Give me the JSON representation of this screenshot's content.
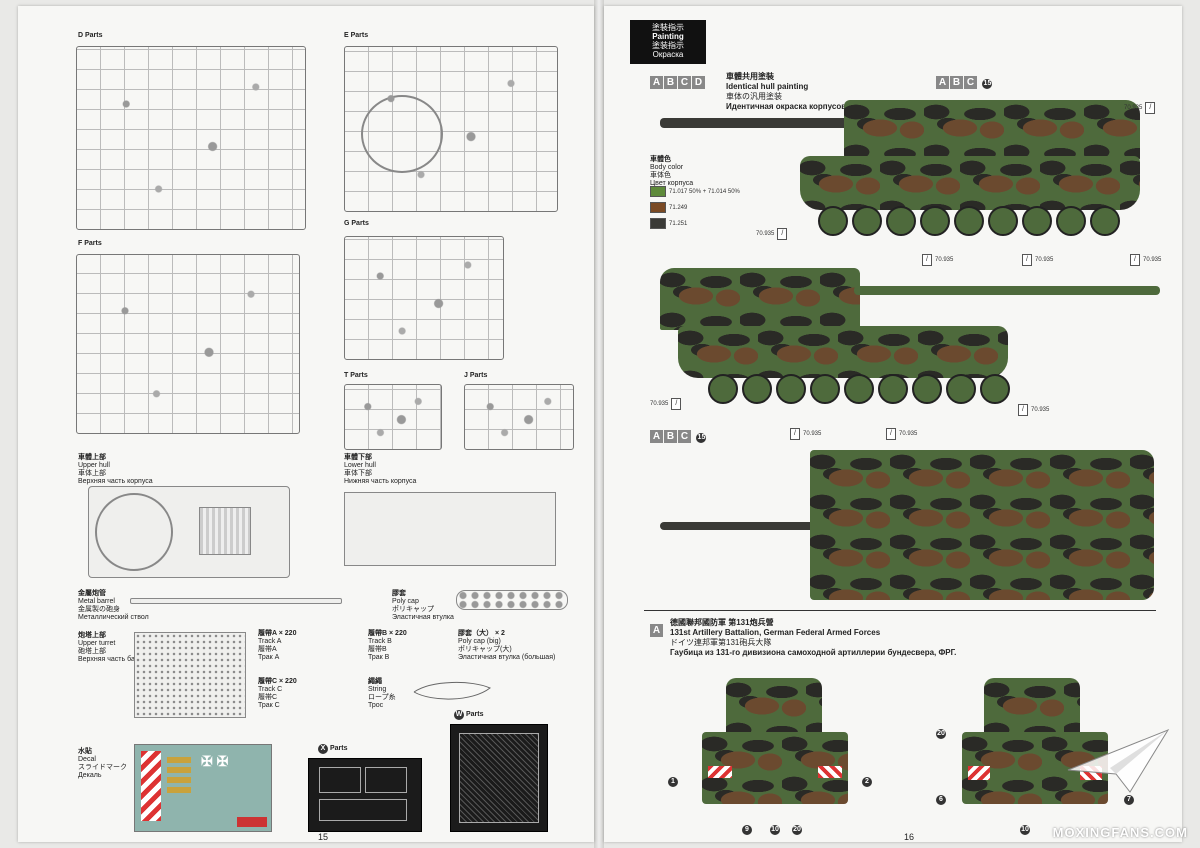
{
  "left_page": {
    "sprues": [
      {
        "name": "D",
        "label": "D  Parts"
      },
      {
        "name": "E",
        "label": "E  Parts"
      },
      {
        "name": "F",
        "label": "F  Parts"
      },
      {
        "name": "G",
        "label": "G  Parts"
      },
      {
        "name": "T",
        "label": "T  Parts"
      },
      {
        "name": "J",
        "label": "J  Parts"
      }
    ],
    "upper_hull": {
      "zh": "車體上部",
      "en": "Upper hull",
      "jp": "車体上部",
      "ru": "Верхняя часть корпуса"
    },
    "lower_hull": {
      "zh": "車體下部",
      "en": "Lower hull",
      "jp": "車体下部",
      "ru": "Нижняя часть корпуса"
    },
    "metal_barrel": {
      "zh": "金屬炮管",
      "en": "Metal barrel",
      "jp": "金属製の砲身",
      "ru": "Металлический ствол"
    },
    "poly_cap": {
      "zh": "膠套",
      "en": "Poly cap",
      "jp": "ポリキャップ",
      "ru": "Эластичная втулка"
    },
    "upper_turret": {
      "zh": "炮塔上部",
      "en": "Upper turret",
      "jp": "砲塔上部",
      "ru": "Верхняя часть башни"
    },
    "track_a": {
      "zh": "履帶A",
      "count": "× 220",
      "en": "Track A",
      "jp": "履帯A",
      "ru": "Трак A"
    },
    "track_b": {
      "zh": "履帶B",
      "count": "× 220",
      "en": "Track B",
      "jp": "履帯B",
      "ru": "Трак B"
    },
    "track_c": {
      "zh": "履帶C",
      "count": "× 220",
      "en": "Track C",
      "jp": "履帯C",
      "ru": "Трак C"
    },
    "poly_cap_big": {
      "zh": "膠套（大）",
      "count": "× 2",
      "en": "Poly cap (big)",
      "jp": "ポリキャップ(大)",
      "ru": "Эластичная втулка (большая)"
    },
    "string": {
      "zh": "繩繩",
      "en": "String",
      "jp": "ロープ糸",
      "ru": "Трос"
    },
    "decal": {
      "zh": "水貼",
      "en": "Decal",
      "jp": "スライドマーク",
      "ru": "Декаль"
    },
    "x_parts": "Parts",
    "w_parts": "Parts",
    "page_number": "15"
  },
  "right_page": {
    "header": {
      "zh": "塗裝指示",
      "en": "Painting",
      "jp": "塗装指示",
      "ru": "Окраска"
    },
    "scheme_tags_1": [
      "A",
      "B",
      "C",
      "D"
    ],
    "scheme_title": {
      "zh": "車體共用塗裝",
      "en": "Identical hull painting",
      "jp": "車体の汎用塗装",
      "ru": "Идентичная окраска корпусов"
    },
    "scheme_tags_2": [
      "A",
      "B",
      "C"
    ],
    "scheme_tags_3": [
      "A",
      "B",
      "C"
    ],
    "body_color": {
      "zh": "車體色",
      "en": "Body color",
      "jp": "車体色",
      "ru": "Цвет корпуса"
    },
    "colors": [
      {
        "hex": "#5e8a3a",
        "code": "71.017 50% + 71.014 50%"
      },
      {
        "hex": "#7a4a24",
        "code": "71.249"
      },
      {
        "hex": "#3a3a36",
        "code": "71.251"
      }
    ],
    "paint_code": "70.935",
    "callout_15": "15",
    "unit": {
      "tag": "A",
      "zh": "德國聯邦國防軍 第131炮兵營",
      "en": "131st Artillery Battalion, German Federal Armed Forces",
      "jp": "ドイツ連邦軍第131砲兵大隊",
      "ru": "Гаубица из 131-го дивизиона самоходной артиллерии бундесвера, ФРГ."
    },
    "callouts_front": [
      "1",
      "2",
      "9",
      "10",
      "20"
    ],
    "callouts_rear": [
      "20",
      "6",
      "7",
      "10"
    ],
    "page_number": "16",
    "watermark": "MOXINGFANS.COM"
  }
}
